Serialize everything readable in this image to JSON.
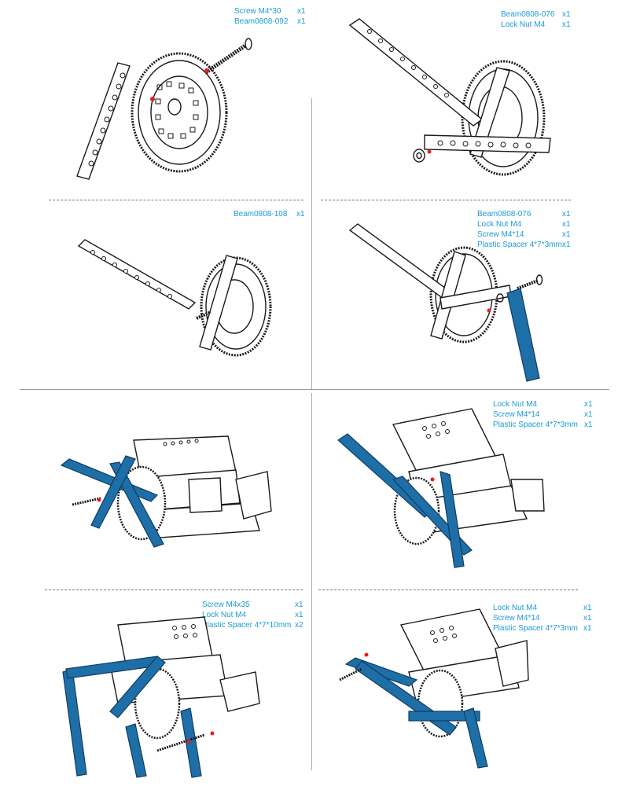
{
  "colors": {
    "part_name": "#1a9bd7",
    "part_qty": "#1a9bd7",
    "outline": "#1a1a1a",
    "highlight_part": "#1e6fa8",
    "marker": "#e3201b",
    "divider": "#888888"
  },
  "steps": [
    {
      "id": "step1",
      "parts": [
        {
          "name": "Screw M4*30",
          "qty": "x1"
        },
        {
          "name": "Beam0808-092",
          "qty": "x1"
        }
      ]
    },
    {
      "id": "step2",
      "parts": [
        {
          "name": "Beam0808-076",
          "qty": "x1"
        },
        {
          "name": "Lock Nut M4",
          "qty": "x1"
        }
      ]
    },
    {
      "id": "step3",
      "parts": [
        {
          "name": "Beam0808-108",
          "qty": "x1"
        }
      ]
    },
    {
      "id": "step4",
      "parts": [
        {
          "name": "Beam0808-076",
          "qty": "x1"
        },
        {
          "name": "Lock Nut M4",
          "qty": "x1"
        },
        {
          "name": "Screw M4*14",
          "qty": "x1"
        },
        {
          "name": "Plastic Spacer 4*7*3mm",
          "qty": "x1"
        }
      ]
    },
    {
      "id": "step5",
      "parts": []
    },
    {
      "id": "step6",
      "parts": [
        {
          "name": "Lock Nut M4",
          "qty": "x1"
        },
        {
          "name": "Screw M4*14",
          "qty": "x1"
        },
        {
          "name": "Plastic Spacer 4*7*3mm",
          "qty": "x1"
        }
      ]
    },
    {
      "id": "step7",
      "parts": [
        {
          "name": "Screw M4x35",
          "qty": "x1"
        },
        {
          "name": "Lock Nut M4",
          "qty": "x1"
        },
        {
          "name": "Plastic Spacer 4*7*10mm",
          "qty": "x2"
        }
      ]
    },
    {
      "id": "step8",
      "parts": [
        {
          "name": "Lock Nut M4",
          "qty": "x1"
        },
        {
          "name": "Screw M4*14",
          "qty": "x1"
        },
        {
          "name": "Plastic Spacer 4*7*3mm",
          "qty": "x1"
        }
      ]
    }
  ]
}
